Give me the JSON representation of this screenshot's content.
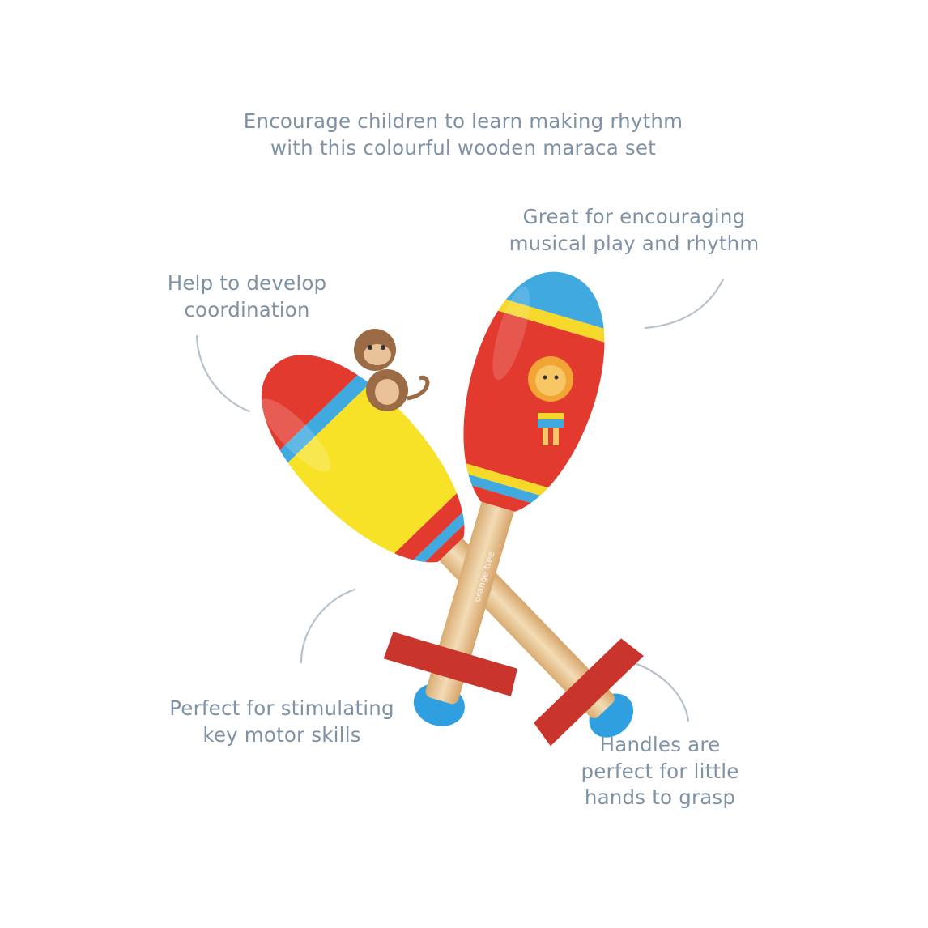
{
  "headline": {
    "line1": "Encourage children to learn making rhythm",
    "line2": "with this colourful wooden maraca set"
  },
  "callouts": [
    {
      "lines": [
        "Great for encouraging",
        "musical play and rhythm"
      ]
    },
    {
      "lines": [
        "Help to develop",
        "coordination"
      ]
    },
    {
      "lines": [
        "Perfect for stimulating",
        "key motor skills"
      ]
    },
    {
      "lines": [
        "Handles are",
        "perfect for little",
        "hands to grasp"
      ]
    }
  ],
  "product": {
    "handle_logo_text": "orange tree",
    "left_maraca": {
      "character": "monkey",
      "colors": [
        "#e23a2e",
        "#3fa9e0",
        "#f7e228"
      ]
    },
    "right_maraca": {
      "character": "lion",
      "colors": [
        "#3fa9e0",
        "#f5d82a",
        "#e23a2e"
      ]
    }
  },
  "colors": {
    "text": "#7f91a5",
    "callout_line": "#b6c1cd",
    "felt": "#c9352c",
    "wood": "#e9c79a"
  }
}
